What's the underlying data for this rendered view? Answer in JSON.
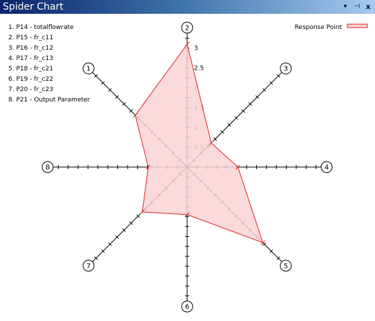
{
  "window": {
    "title": "Spider Chart",
    "menu_glyph": "▾",
    "pin_glyph": "⊣",
    "close_glyph": "x"
  },
  "parameters": [
    "1. P14 - totalflowrate",
    "2. P15 - fr_c11",
    "3. P16 - fr_c12",
    "4. P17 - fr_c13",
    "5. P18 - fr_c21",
    "6. P19 - fr_c22",
    "7. P20 - fr_c23",
    "8. P21 - Output Parameter"
  ],
  "chart_data": {
    "type": "radar",
    "axes": [
      "1",
      "2",
      "3",
      "4",
      "5",
      "6",
      "7",
      "8"
    ],
    "scale_ticks": [
      "0.5",
      "1",
      "1.5",
      "2",
      "2.5",
      "3"
    ],
    "range": [
      0,
      3.5
    ],
    "legend_position": "top-right",
    "series": [
      {
        "name": "Response Point",
        "values": [
          1.85,
          3.1,
          0.86,
          1.28,
          2.7,
          1.2,
          1.6,
          0.98
        ],
        "stroke": "#dd2222",
        "fill": "#f9d4d4"
      }
    ],
    "axis_color": "#000000"
  }
}
